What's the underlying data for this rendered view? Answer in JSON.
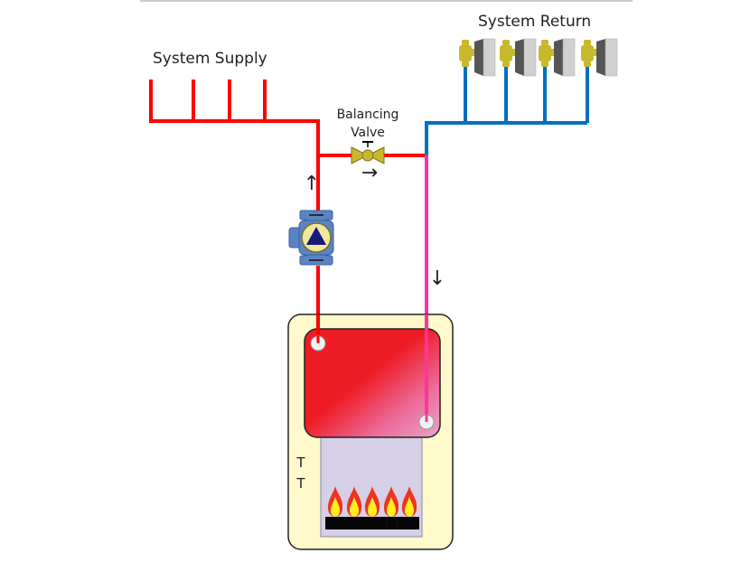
{
  "diagram": {
    "labels": {
      "system_supply": "System Supply",
      "system_return": "System Return",
      "balancing_valve_line1": "Balancing",
      "balancing_valve_line2": "Valve",
      "boiler_marker_1": "T",
      "boiler_marker_2": "T"
    },
    "flow_arrows": {
      "supply_riser": "↑",
      "bypass": "→",
      "return_drop": "↓"
    },
    "supply_branches": 4,
    "return_branches": 4,
    "burner_flames": 5,
    "colors": {
      "supply_pipe": "#ff0000",
      "return_pipe": "#0070c0",
      "boiler_return_pipe": "#ff3399",
      "valve": "#c8b92c",
      "pump_body": "#5b84c4",
      "pump_face": "#f0e8a0",
      "pump_triangle": "#1a1a7a",
      "boiler_cabinet": "#fff9cc",
      "heat_exchanger_hot": "#ee1c25",
      "heat_exchanger_cool": "#e8a0c8",
      "combustion_chamber": "#d5d0e8",
      "burner": "#000000",
      "flame_outer": "#ee3322",
      "flame_inner": "#ffee22",
      "terminal_unit_dark": "#555555",
      "terminal_unit_light": "#d0d0d0"
    }
  }
}
